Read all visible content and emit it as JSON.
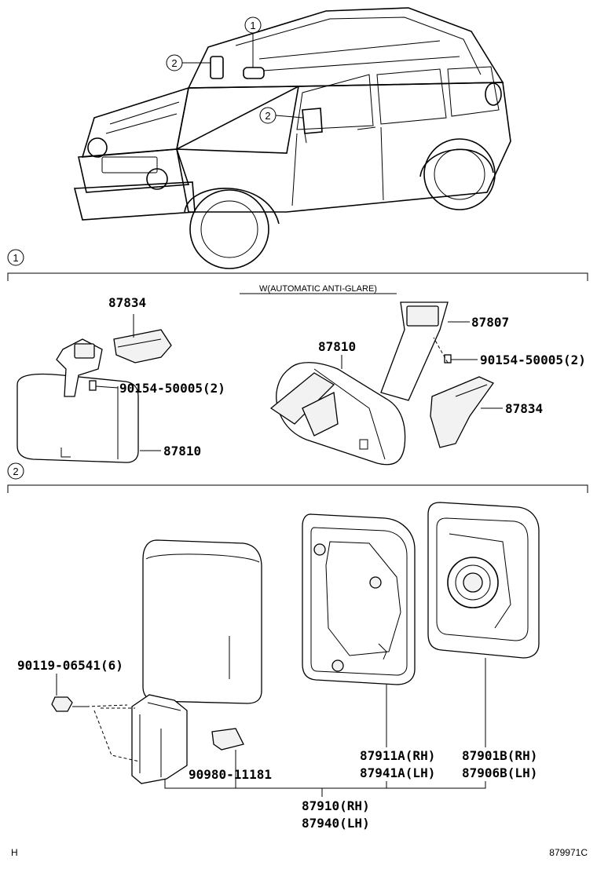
{
  "sections": {
    "s1": {
      "number": "1",
      "caption": "W(AUTOMATIC ANTI-GLARE)"
    },
    "s2": {
      "number": "2"
    }
  },
  "vehicle_callouts": [
    "1",
    "2",
    "2"
  ],
  "parts": {
    "p87834a": "87834",
    "p87810a": "87810",
    "p90154a": "90154-50005(2)",
    "p87807": "87807",
    "p87810b": "87810",
    "p90154b": "90154-50005(2)",
    "p87834b": "87834",
    "p90119": "90119-06541(6)",
    "p90980": "90980-11181",
    "p87911": "87911A(RH)",
    "p87941": "87941A(LH)",
    "p87901": "87901B(RH)",
    "p87906": "87906B(LH)",
    "p87910": "87910(RH)",
    "p87940": "87940(LH)"
  },
  "footer": {
    "left": "H",
    "right": "879971C"
  }
}
